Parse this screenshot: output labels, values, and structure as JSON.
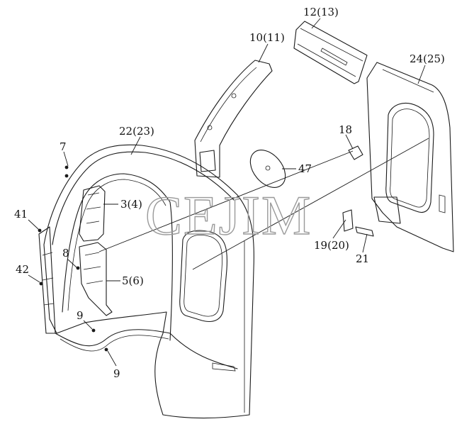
{
  "watermark": "СЕЈІМ",
  "callouts": [
    {
      "id": "c-12-13",
      "text": "12(13)"
    },
    {
      "id": "c-10-11",
      "text": "10(11)"
    },
    {
      "id": "c-24-25",
      "text": "24(25)"
    },
    {
      "id": "c-22-23",
      "text": "22(23)"
    },
    {
      "id": "c-18",
      "text": "18"
    },
    {
      "id": "c-7",
      "text": "7"
    },
    {
      "id": "c-47",
      "text": "47"
    },
    {
      "id": "c-3-4",
      "text": "3(4)"
    },
    {
      "id": "c-41",
      "text": "41"
    },
    {
      "id": "c-19-20",
      "text": "19(20)"
    },
    {
      "id": "c-8",
      "text": "8"
    },
    {
      "id": "c-21",
      "text": "21"
    },
    {
      "id": "c-42",
      "text": "42"
    },
    {
      "id": "c-5-6",
      "text": "5(6)"
    },
    {
      "id": "c-9a",
      "text": "9"
    },
    {
      "id": "c-9b",
      "text": "9"
    }
  ]
}
